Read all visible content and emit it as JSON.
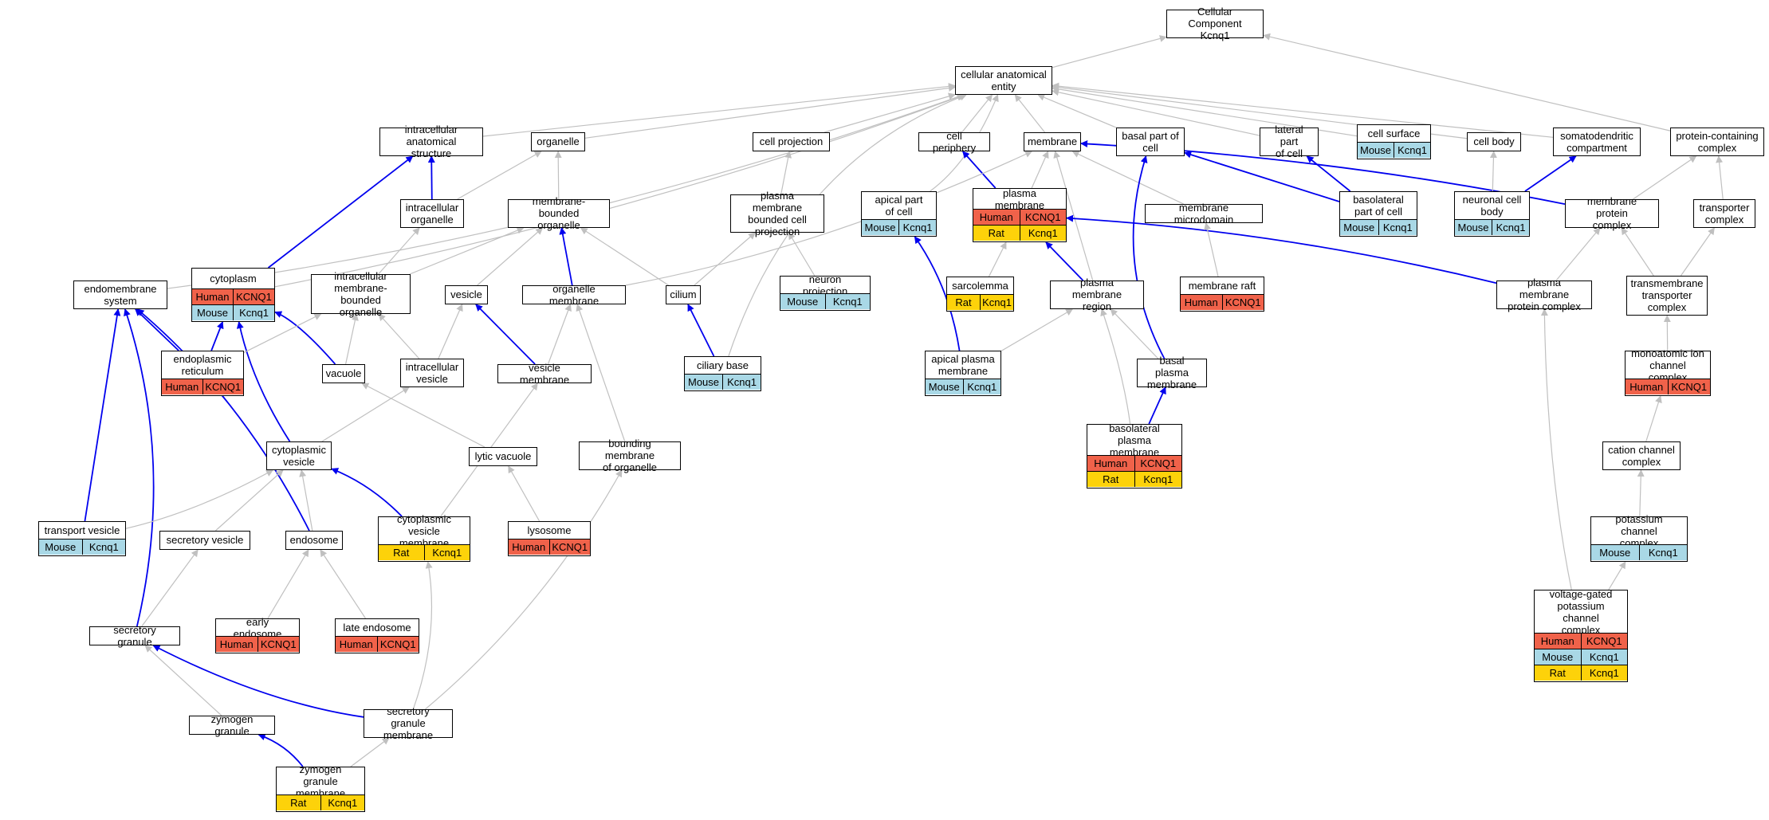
{
  "colors": {
    "human": "#f0624a",
    "mouse": "#a9d8e6",
    "rat": "#fdd20a",
    "edge_gray": "#c0c0c0",
    "edge_blue": "#0000ee"
  },
  "nodes": {
    "cellular_component": {
      "label": "Cellular Component\nKcnq1",
      "rows": []
    },
    "cellular_anatomical_entity": {
      "label": "cellular anatomical\nentity",
      "rows": []
    },
    "intracellular_anatomical_structure": {
      "label": "intracellular\nanatomical structure",
      "rows": []
    },
    "organelle": {
      "label": "organelle",
      "rows": []
    },
    "cell_projection": {
      "label": "cell projection",
      "rows": []
    },
    "cell_periphery": {
      "label": "cell periphery",
      "rows": []
    },
    "membrane": {
      "label": "membrane",
      "rows": []
    },
    "basal_part_of_cell": {
      "label": "basal part of\ncell",
      "rows": []
    },
    "lateral_part_of_cell": {
      "label": "lateral part\nof cell",
      "rows": []
    },
    "cell_surface": {
      "label": "cell surface",
      "rows": [
        [
          "Mouse",
          "Kcnq1"
        ]
      ]
    },
    "cell_body": {
      "label": "cell body",
      "rows": []
    },
    "somatodendritic_compartment": {
      "label": "somatodendritic\ncompartment",
      "rows": []
    },
    "protein_containing_complex": {
      "label": "protein-containing\ncomplex",
      "rows": []
    },
    "intracellular_organelle": {
      "label": "intracellular\norganelle",
      "rows": []
    },
    "membrane_bounded_organelle": {
      "label": "membrane-bounded\norganelle",
      "rows": []
    },
    "plasma_membrane_bounded_cell_projection": {
      "label": "plasma membrane\nbounded cell\nprojection",
      "rows": []
    },
    "apical_part_of_cell": {
      "label": "apical part\nof cell",
      "rows": [
        [
          "Mouse",
          "Kcnq1"
        ]
      ]
    },
    "plasma_membrane": {
      "label": "plasma membrane",
      "rows": [
        [
          "Human",
          "KCNQ1"
        ],
        [
          "Rat",
          "Kcnq1"
        ]
      ]
    },
    "membrane_microdomain": {
      "label": "membrane microdomain",
      "rows": []
    },
    "basolateral_part_of_cell": {
      "label": "basolateral\npart of cell",
      "rows": [
        [
          "Mouse",
          "Kcnq1"
        ]
      ]
    },
    "neuronal_cell_body": {
      "label": "neuronal cell\nbody",
      "rows": [
        [
          "Mouse",
          "Kcnq1"
        ]
      ]
    },
    "membrane_protein_complex": {
      "label": "membrane protein\ncomplex",
      "rows": []
    },
    "transporter_complex": {
      "label": "transporter\ncomplex",
      "rows": []
    },
    "endomembrane_system": {
      "label": "endomembrane\nsystem",
      "rows": []
    },
    "cytoplasm": {
      "label": "cytoplasm",
      "rows": [
        [
          "Human",
          "KCNQ1"
        ],
        [
          "Mouse",
          "Kcnq1"
        ]
      ]
    },
    "intracellular_membrane_bounded_organelle": {
      "label": "intracellular\nmembrane-bounded\norganelle",
      "rows": []
    },
    "vesicle": {
      "label": "vesicle",
      "rows": []
    },
    "organelle_membrane": {
      "label": "organelle membrane",
      "rows": []
    },
    "cilium": {
      "label": "cilium",
      "rows": []
    },
    "neuron_projection": {
      "label": "neuron projection",
      "rows": [
        [
          "Mouse",
          "Kcnq1"
        ]
      ]
    },
    "sarcolemma": {
      "label": "sarcolemma",
      "rows": [
        [
          "Rat",
          "Kcnq1"
        ]
      ]
    },
    "plasma_membrane_region": {
      "label": "plasma membrane\nregion",
      "rows": []
    },
    "membrane_raft": {
      "label": "membrane raft",
      "rows": [
        [
          "Human",
          "KCNQ1"
        ]
      ]
    },
    "plasma_membrane_protein_complex": {
      "label": "plasma membrane\nprotein complex",
      "rows": []
    },
    "transmembrane_transporter_complex": {
      "label": "transmembrane\ntransporter\ncomplex",
      "rows": []
    },
    "endoplasmic_reticulum": {
      "label": "endoplasmic\nreticulum",
      "rows": [
        [
          "Human",
          "KCNQ1"
        ]
      ]
    },
    "vacuole": {
      "label": "vacuole",
      "rows": []
    },
    "intracellular_vesicle": {
      "label": "intracellular\nvesicle",
      "rows": []
    },
    "vesicle_membrane": {
      "label": "vesicle membrane",
      "rows": []
    },
    "ciliary_base": {
      "label": "ciliary base",
      "rows": [
        [
          "Mouse",
          "Kcnq1"
        ]
      ]
    },
    "apical_plasma_membrane": {
      "label": "apical plasma\nmembrane",
      "rows": [
        [
          "Mouse",
          "Kcnq1"
        ]
      ]
    },
    "basal_plasma_membrane": {
      "label": "basal plasma\nmembrane",
      "rows": []
    },
    "monoatomic_ion_channel_complex": {
      "label": "monoatomic ion\nchannel complex",
      "rows": [
        [
          "Human",
          "KCNQ1"
        ]
      ]
    },
    "cytoplasmic_vesicle": {
      "label": "cytoplasmic\nvesicle",
      "rows": []
    },
    "lytic_vacuole": {
      "label": "lytic vacuole",
      "rows": []
    },
    "bounding_membrane_of_organelle": {
      "label": "bounding membrane\nof organelle",
      "rows": []
    },
    "basolateral_plasma_membrane": {
      "label": "basolateral\nplasma membrane",
      "rows": [
        [
          "Human",
          "KCNQ1"
        ],
        [
          "Rat",
          "Kcnq1"
        ]
      ]
    },
    "cation_channel_complex": {
      "label": "cation channel\ncomplex",
      "rows": []
    },
    "transport_vesicle": {
      "label": "transport vesicle",
      "rows": [
        [
          "Mouse",
          "Kcnq1"
        ]
      ]
    },
    "secretory_vesicle": {
      "label": "secretory vesicle",
      "rows": []
    },
    "endosome": {
      "label": "endosome",
      "rows": []
    },
    "cytoplasmic_vesicle_membrane": {
      "label": "cytoplasmic\nvesicle membrane",
      "rows": [
        [
          "Rat",
          "Kcnq1"
        ]
      ]
    },
    "lysosome": {
      "label": "lysosome",
      "rows": [
        [
          "Human",
          "KCNQ1"
        ]
      ]
    },
    "potassium_channel_complex": {
      "label": "potassium channel\ncomplex",
      "rows": [
        [
          "Mouse",
          "Kcnq1"
        ]
      ]
    },
    "voltage_gated_potassium_channel_complex": {
      "label": "voltage-gated\npotassium channel\ncomplex",
      "rows": [
        [
          "Human",
          "KCNQ1"
        ],
        [
          "Mouse",
          "Kcnq1"
        ],
        [
          "Rat",
          "Kcnq1"
        ]
      ]
    },
    "early_endosome": {
      "label": "early endosome",
      "rows": [
        [
          "Human",
          "KCNQ1"
        ]
      ]
    },
    "late_endosome": {
      "label": "late endosome",
      "rows": [
        [
          "Human",
          "KCNQ1"
        ]
      ]
    },
    "secretory_granule": {
      "label": "secretory granule",
      "rows": []
    },
    "zymogen_granule": {
      "label": "zymogen granule",
      "rows": []
    },
    "secretory_granule_membrane": {
      "label": "secretory granule\nmembrane",
      "rows": []
    },
    "zymogen_granule_membrane": {
      "label": "zymogen granule\nmembrane",
      "rows": [
        [
          "Rat",
          "Kcnq1"
        ]
      ]
    }
  },
  "edges": [
    {
      "from": "cellular_anatomical_entity",
      "to": "cellular_component",
      "color": "gray"
    },
    {
      "from": "protein_containing_complex",
      "to": "cellular_component",
      "color": "gray"
    },
    {
      "from": "intracellular_anatomical_structure",
      "to": "cellular_anatomical_entity",
      "color": "gray"
    },
    {
      "from": "organelle",
      "to": "cellular_anatomical_entity",
      "color": "gray"
    },
    {
      "from": "cell_projection",
      "to": "cellular_anatomical_entity",
      "color": "gray"
    },
    {
      "from": "cell_periphery",
      "to": "cellular_anatomical_entity",
      "color": "gray"
    },
    {
      "from": "membrane",
      "to": "cellular_anatomical_entity",
      "color": "gray"
    },
    {
      "from": "basal_part_of_cell",
      "to": "cellular_anatomical_entity",
      "color": "gray"
    },
    {
      "from": "lateral_part_of_cell",
      "to": "cellular_anatomical_entity",
      "color": "gray"
    },
    {
      "from": "cell_surface",
      "to": "cellular_anatomical_entity",
      "color": "gray"
    },
    {
      "from": "cell_body",
      "to": "cellular_anatomical_entity",
      "color": "gray"
    },
    {
      "from": "somatodendritic_compartment",
      "to": "cellular_anatomical_entity",
      "color": "gray"
    },
    {
      "from": "apical_part_of_cell",
      "to": "cellular_anatomical_entity",
      "color": "gray"
    },
    {
      "from": "endomembrane_system",
      "to": "cellular_anatomical_entity",
      "color": "gray"
    },
    {
      "from": "cytoplasm",
      "to": "cellular_anatomical_entity",
      "color": "gray"
    },
    {
      "from": "ciliary_base",
      "to": "cellular_anatomical_entity",
      "color": "gray"
    },
    {
      "from": "intracellular_organelle",
      "to": "organelle",
      "color": "gray"
    },
    {
      "from": "membrane_bounded_organelle",
      "to": "organelle",
      "color": "gray"
    },
    {
      "from": "intracellular_organelle",
      "to": "intracellular_anatomical_structure",
      "color": "blue"
    },
    {
      "from": "cytoplasm",
      "to": "intracellular_anatomical_structure",
      "color": "blue"
    },
    {
      "from": "plasma_membrane_bounded_cell_projection",
      "to": "cell_projection",
      "color": "gray"
    },
    {
      "from": "plasma_membrane",
      "to": "cell_periphery",
      "color": "blue"
    },
    {
      "from": "plasma_membrane",
      "to": "membrane",
      "color": "gray"
    },
    {
      "from": "organelle_membrane",
      "to": "membrane",
      "color": "gray"
    },
    {
      "from": "membrane_microdomain",
      "to": "membrane",
      "color": "gray"
    },
    {
      "from": "plasma_membrane_region",
      "to": "membrane",
      "color": "gray"
    },
    {
      "from": "membrane_protein_complex",
      "to": "membrane",
      "color": "blue"
    },
    {
      "from": "basolateral_part_of_cell",
      "to": "basal_part_of_cell",
      "color": "blue"
    },
    {
      "from": "basal_plasma_membrane",
      "to": "basal_part_of_cell",
      "color": "blue"
    },
    {
      "from": "basolateral_part_of_cell",
      "to": "lateral_part_of_cell",
      "color": "blue"
    },
    {
      "from": "neuronal_cell_body",
      "to": "cell_body",
      "color": "gray"
    },
    {
      "from": "neuronal_cell_body",
      "to": "somatodendritic_compartment",
      "color": "blue"
    },
    {
      "from": "membrane_protein_complex",
      "to": "protein_containing_complex",
      "color": "gray"
    },
    {
      "from": "transporter_complex",
      "to": "protein_containing_complex",
      "color": "gray"
    },
    {
      "from": "intracellular_membrane_bounded_organelle",
      "to": "intracellular_organelle",
      "color": "gray"
    },
    {
      "from": "intracellular_membrane_bounded_organelle",
      "to": "membrane_bounded_organelle",
      "color": "gray"
    },
    {
      "from": "vesicle",
      "to": "membrane_bounded_organelle",
      "color": "gray"
    },
    {
      "from": "organelle_membrane",
      "to": "membrane_bounded_organelle",
      "color": "blue"
    },
    {
      "from": "cilium",
      "to": "membrane_bounded_organelle",
      "color": "gray"
    },
    {
      "from": "cilium",
      "to": "plasma_membrane_bounded_cell_projection",
      "color": "gray"
    },
    {
      "from": "neuron_projection",
      "to": "plasma_membrane_bounded_cell_projection",
      "color": "gray"
    },
    {
      "from": "sarcolemma",
      "to": "plasma_membrane",
      "color": "gray"
    },
    {
      "from": "plasma_membrane_region",
      "to": "plasma_membrane",
      "color": "blue"
    },
    {
      "from": "plasma_membrane_protein_complex",
      "to": "plasma_membrane",
      "color": "blue"
    },
    {
      "from": "membrane_raft",
      "to": "membrane_microdomain",
      "color": "gray"
    },
    {
      "from": "plasma_membrane_protein_complex",
      "to": "membrane_protein_complex",
      "color": "gray"
    },
    {
      "from": "transmembrane_transporter_complex",
      "to": "membrane_protein_complex",
      "color": "gray"
    },
    {
      "from": "transmembrane_transporter_complex",
      "to": "transporter_complex",
      "color": "gray"
    },
    {
      "from": "transport_vesicle",
      "to": "endomembrane_system",
      "color": "blue"
    },
    {
      "from": "endoplasmic_reticulum",
      "to": "endomembrane_system",
      "color": "blue"
    },
    {
      "from": "endosome",
      "to": "endomembrane_system",
      "color": "blue"
    },
    {
      "from": "secretory_granule",
      "to": "endomembrane_system",
      "color": "blue"
    },
    {
      "from": "endoplasmic_reticulum",
      "to": "cytoplasm",
      "color": "blue"
    },
    {
      "from": "vacuole",
      "to": "cytoplasm",
      "color": "blue"
    },
    {
      "from": "cytoplasmic_vesicle",
      "to": "cytoplasm",
      "color": "blue"
    },
    {
      "from": "endoplasmic_reticulum",
      "to": "intracellular_membrane_bounded_organelle",
      "color": "gray"
    },
    {
      "from": "vacuole",
      "to": "intracellular_membrane_bounded_organelle",
      "color": "gray"
    },
    {
      "from": "intracellular_vesicle",
      "to": "intracellular_membrane_bounded_organelle",
      "color": "gray"
    },
    {
      "from": "intracellular_vesicle",
      "to": "vesicle",
      "color": "gray"
    },
    {
      "from": "vesicle_membrane",
      "to": "vesicle",
      "color": "blue"
    },
    {
      "from": "vesicle_membrane",
      "to": "organelle_membrane",
      "color": "gray"
    },
    {
      "from": "bounding_membrane_of_organelle",
      "to": "organelle_membrane",
      "color": "gray"
    },
    {
      "from": "ciliary_base",
      "to": "cilium",
      "color": "blue"
    },
    {
      "from": "apical_plasma_membrane",
      "to": "apical_part_of_cell",
      "color": "blue"
    },
    {
      "from": "apical_plasma_membrane",
      "to": "plasma_membrane_region",
      "color": "gray"
    },
    {
      "from": "basal_plasma_membrane",
      "to": "plasma_membrane_region",
      "color": "gray"
    },
    {
      "from": "basolateral_plasma_membrane",
      "to": "plasma_membrane_region",
      "color": "gray"
    },
    {
      "from": "basolateral_plasma_membrane",
      "to": "basal_plasma_membrane",
      "color": "blue"
    },
    {
      "from": "voltage_gated_potassium_channel_complex",
      "to": "plasma_membrane_protein_complex",
      "color": "gray"
    },
    {
      "from": "monoatomic_ion_channel_complex",
      "to": "transmembrane_transporter_complex",
      "color": "gray"
    },
    {
      "from": "cation_channel_complex",
      "to": "monoatomic_ion_channel_complex",
      "color": "gray"
    },
    {
      "from": "potassium_channel_complex",
      "to": "cation_channel_complex",
      "color": "gray"
    },
    {
      "from": "voltage_gated_potassium_channel_complex",
      "to": "potassium_channel_complex",
      "color": "gray"
    },
    {
      "from": "cytoplasmic_vesicle",
      "to": "intracellular_vesicle",
      "color": "gray"
    },
    {
      "from": "lytic_vacuole",
      "to": "vacuole",
      "color": "gray"
    },
    {
      "from": "lysosome",
      "to": "lytic_vacuole",
      "color": "gray"
    },
    {
      "from": "cytoplasmic_vesicle_membrane",
      "to": "vesicle_membrane",
      "color": "gray"
    },
    {
      "from": "cytoplasmic_vesicle_membrane",
      "to": "cytoplasmic_vesicle",
      "color": "blue"
    },
    {
      "from": "transport_vesicle",
      "to": "cytoplasmic_vesicle",
      "color": "gray"
    },
    {
      "from": "secretory_vesicle",
      "to": "cytoplasmic_vesicle",
      "color": "gray"
    },
    {
      "from": "endosome",
      "to": "cytoplasmic_vesicle",
      "color": "gray"
    },
    {
      "from": "early_endosome",
      "to": "endosome",
      "color": "gray"
    },
    {
      "from": "late_endosome",
      "to": "endosome",
      "color": "gray"
    },
    {
      "from": "secretory_granule",
      "to": "secretory_vesicle",
      "color": "gray"
    },
    {
      "from": "zymogen_granule",
      "to": "secretory_granule",
      "color": "gray"
    },
    {
      "from": "secretory_granule_membrane",
      "to": "secretory_granule",
      "color": "blue"
    },
    {
      "from": "secretory_granule_membrane",
      "to": "cytoplasmic_vesicle_membrane",
      "color": "gray"
    },
    {
      "from": "zymogen_granule_membrane",
      "to": "zymogen_granule",
      "color": "blue"
    },
    {
      "from": "zymogen_granule_membrane",
      "to": "secretory_granule_membrane",
      "color": "gray"
    },
    {
      "from": "secretory_granule_membrane",
      "to": "bounding_membrane_of_organelle",
      "color": "gray"
    }
  ]
}
